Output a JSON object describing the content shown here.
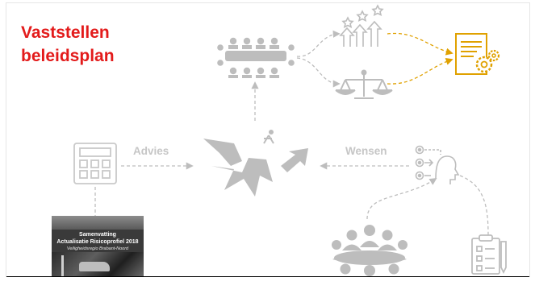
{
  "title": {
    "line1": "Vaststellen",
    "line2": "beleidsplan"
  },
  "labels": {
    "advies": "Advies",
    "wensen": "Wensen"
  },
  "report": {
    "line1": "Samenvatting",
    "line2": "Actualisatie Risicoprofiel 2018",
    "line3": "Veiligheidsregio Brabant-Noord"
  },
  "colors": {
    "title": "#e31b1b",
    "icons": "#bdbdbd",
    "highlight": "#e0a100",
    "arrows": "#bdbdbd"
  },
  "icons": [
    "meeting-table-icon",
    "rising-stars-icon",
    "scales-icon",
    "policy-document-gear-icon",
    "calculator-icon",
    "collision-icon",
    "target-person-icon",
    "group-meeting-icon",
    "clipboard-checklist-icon"
  ]
}
